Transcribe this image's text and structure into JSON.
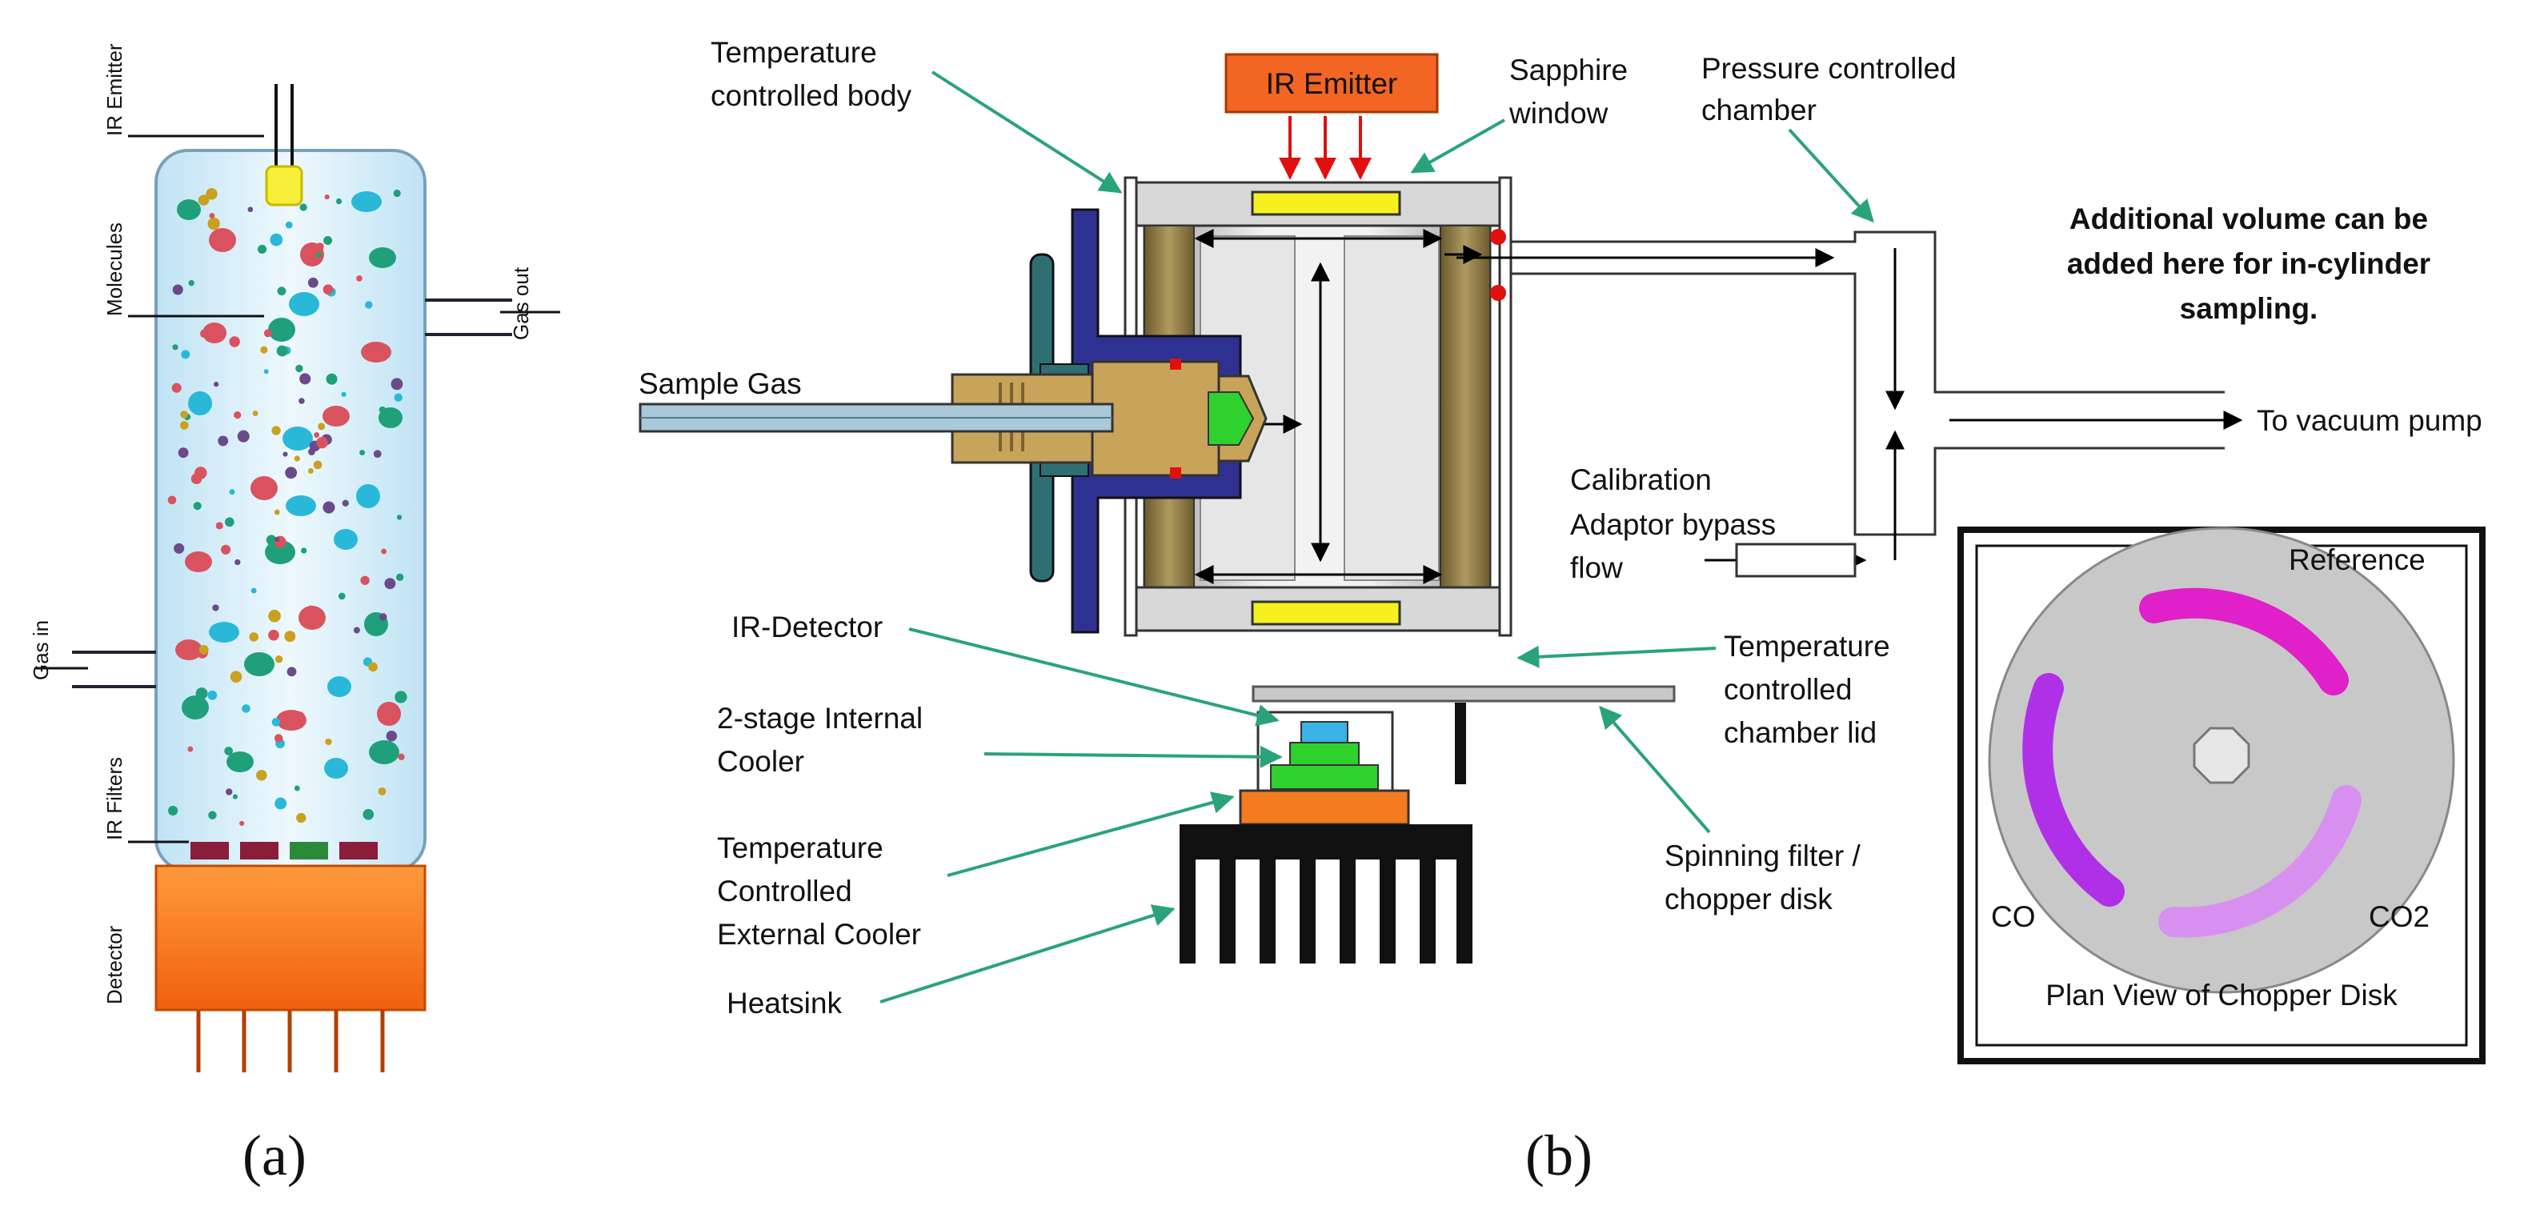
{
  "panel_a": {
    "caption": "(a)",
    "labels": {
      "ir_emitter": "IR Emitter",
      "molecules": "Molecules",
      "gas_out": "Gas out",
      "gas_in": "Gas in",
      "ir_filters": "IR Filters",
      "detector": "Detector"
    }
  },
  "panel_b": {
    "caption": "(b)",
    "labels": {
      "ir_emitter_box": "IR Emitter",
      "temp_body_1": "Temperature",
      "temp_body_2": "controlled body",
      "sapphire_1": "Sapphire",
      "sapphire_2": "window",
      "pressure_1": "Pressure controlled",
      "pressure_2": "chamber",
      "additional_1": "Additional volume can be",
      "additional_2": "added here for in-cylinder",
      "additional_3": "sampling.",
      "sample_gas": "Sample Gas",
      "vacuum": "To vacuum pump",
      "calib_1": "Calibration",
      "calib_2": "Adaptor bypass",
      "calib_3": "flow",
      "ir_detector": "IR-Detector",
      "cooler_1": "2-stage Internal",
      "cooler_2": "Cooler",
      "ext_1": "Temperature",
      "ext_2": "Controlled",
      "ext_3": "External Cooler",
      "heatsink": "Heatsink",
      "lid_1": "Temperature",
      "lid_2": "controlled",
      "lid_3": "chamber lid",
      "spin_1": "Spinning filter /",
      "spin_2": "chopper disk"
    },
    "inset": {
      "reference": "Reference",
      "co": "CO",
      "co2": "CO2",
      "title": "Plan View of Chopper Disk"
    }
  },
  "colors": {
    "leader": "#2aa37a",
    "emitter_box": "#f26522",
    "brass": "#c8a35a",
    "blue_fitting": "#2e3192",
    "teal_knob": "#2f6f74",
    "window_yellow": "#f5f01e",
    "detector_orange": "#f47b20",
    "cooler_green": "#2ed12e",
    "sensor_blue": "#3ab3e6",
    "disk_grey": "#c8c8c8",
    "reference_magenta": "#e020c8",
    "co_purple": "#b030e8",
    "co2_lilac": "#d890f0"
  }
}
